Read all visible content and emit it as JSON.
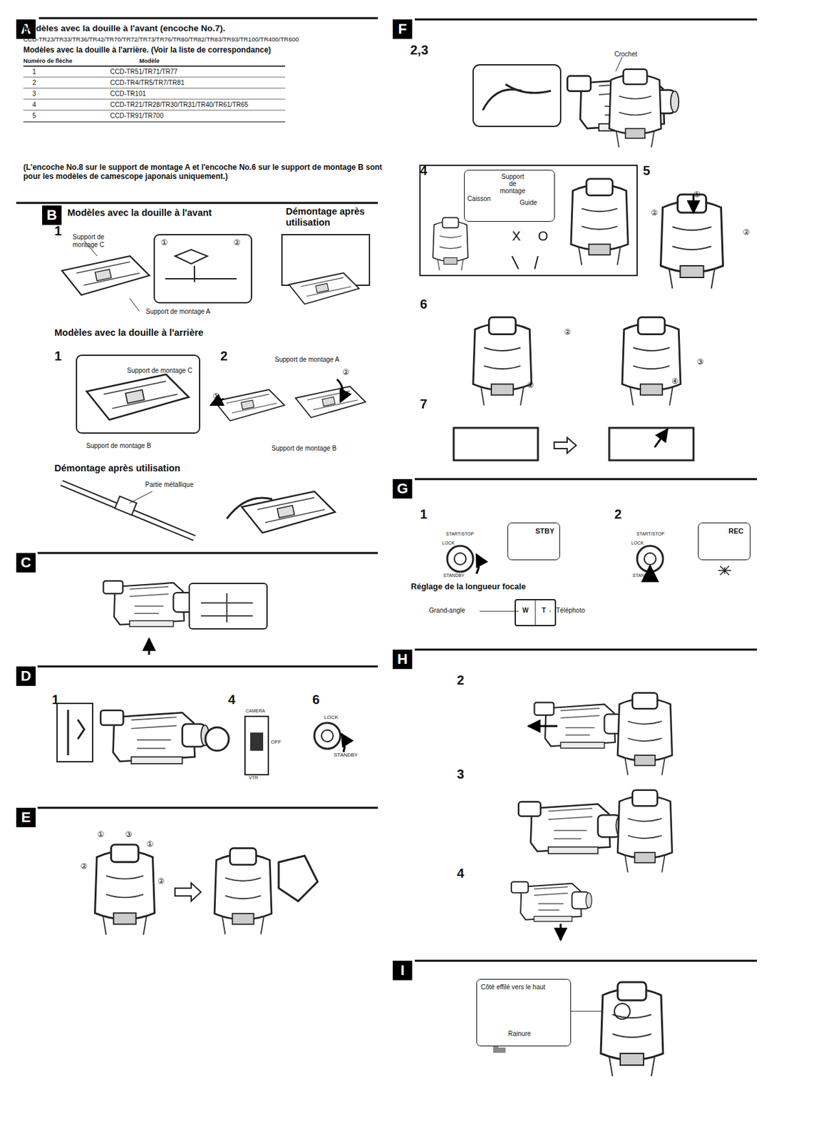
{
  "diagram": {
    "nodes": [
      {
        "text": [
          "A"
        ]
      },
      {
        "text": [
          "B"
        ]
      },
      {
        "text": [
          "C"
        ]
      },
      {
        "text": [
          "D"
        ]
      },
      {
        "text": [
          "E"
        ]
      },
      {
        "text": [
          "F"
        ]
      },
      {
        "text": [
          "G"
        ]
      },
      {
        "text": [
          "H"
        ]
      },
      {
        "text": [
          "I"
        ]
      },
      {
        "text": [
          "Support de montage",
          "Caisson",
          "Guide"
        ]
      },
      {
        "text": [
          "STBY"
        ]
      },
      {
        "text": [
          "REC"
        ]
      },
      {
        "text": [
          "Côté effilé vers le haut",
          "Rainure"
        ]
      }
    ],
    "labels": [
      "Modèles avec la douille à l'avant (encoche No.7).",
      "CCD-TR23/TR33/TR36/TR42/TR70/TR72/TR73/TR76/TR80/TR82/TR83/TR93/TR100/TR400/TR600",
      "Modèles avec la douille à l'arrière. (Voir la liste de correspondance)",
      "Numéro de flèche",
      "Modèle",
      "1",
      "CCD-TR51/TR71/TR77",
      "2",
      "CCD-TR4/TR5/TR7/TR81",
      "3",
      "CCD-TR101",
      "4",
      "CCD-TR21/TR28/TR30/TR31/TR40/TR61/TR65",
      "5",
      "CCD-TR91/TR700",
      "(L'encoche No.8 sur le support de montage A et l'encoche No.6 sur le support de montage B sont pour les modèles de camescope japonais uniquement.)",
      "Modèles avec la douille à l'avant",
      "Démontage après utilisation",
      "1",
      "Support de montage C",
      "①",
      "②",
      "Support de montage A",
      "Modèles avec la douille à l'arrière",
      "1",
      "2",
      "Support de montage C",
      "Support de montage A",
      "②",
      "①",
      "Support de montage B",
      "Support de montage B",
      "Démontage après utilisation",
      "Partie métallique",
      "1",
      "4",
      "6",
      "CAMERA",
      "OFF",
      "VTR",
      "LOCK",
      "STANDBY",
      "①",
      "③",
      "①",
      "②",
      "②",
      "2,3",
      "Crochet",
      "4",
      "5",
      "X",
      "O",
      "②",
      "①",
      "②",
      "6",
      "②",
      "①",
      "③",
      "④",
      "7",
      "1",
      "2",
      "START/STOP",
      "LOCK",
      "STANDBY",
      "START/STOP",
      "LOCK",
      "STANDBY",
      "Réglage de la longueur focale",
      "Grand-angle",
      "W",
      "T",
      "Téléphoto",
      "2",
      "3",
      "4"
    ]
  }
}
